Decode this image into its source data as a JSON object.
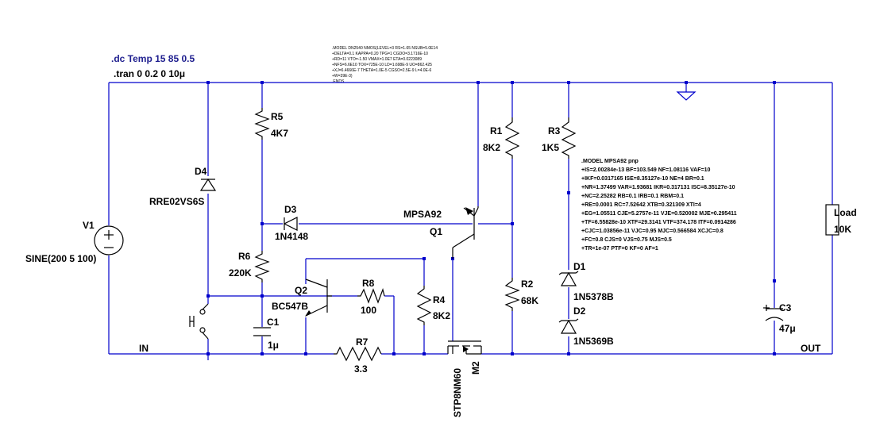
{
  "directives": {
    "dc": ".dc Temp 15 85 0.5",
    "tran": ".tran 0 0.2 0 10μ"
  },
  "mosfet_model": [
    ".MODEL DN2540 NMOS(LEVEL=3 RS=1.65 NSUB=5.0E14",
    "+DELTA=0.1 KAPPA=0.20 TPG=1 CGDO=3.1716E-10",
    "+RD=11 VTO=-1.50 VMAX=1.0E7 ETA=0.0223089",
    "+NFS=6.6E10 TOX=725E-10 LD=1.698E-9 UO=862.425",
    "+XJ=6.4666E-7 THETA=1.0E-5 CGSO=2.5E-9 L=4.0E-6",
    "+W=39E-3)",
    ".ENDS"
  ],
  "pnp_model": [
    ".MODEL MPSA92 pnp",
    "+IS=2.00284e-13 BF=103.549 NF=1.08116 VAF=10",
    "+IKF=0.0317165 ISE=8.35127e-10 NE=4 BR=0.1",
    "+NR=1.37499 VAR=1.93681 IKR=0.317131 ISC=8.35127e-10",
    "+NC=2.25282 RB=0.1 IRB=0.1 RBM=0.1",
    "+RE=0.0001 RC=7.52642 XTB=0.321309 XTI=4",
    "+EG=1.05511 CJE=5.2757e-11 VJE=0.520002 MJE=0.295411",
    "+TF=6.55828e-10 XTF=29.3141 VTF=374.178 ITF=0.0914286",
    "+CJC=1.03856e-11 VJC=0.95 MJC=0.566584 XCJC=0.8",
    "+FC=0.8 CJS=0 VJS=0.75 MJS=0.5",
    "+TR=1e-07 PTF=0 KF=0 AF=1"
  ],
  "components": {
    "v1": {
      "ref": "V1",
      "value": "SINE(200 5 100)"
    },
    "d4": {
      "ref": "D4",
      "value": "RRE02VS6S"
    },
    "r5": {
      "ref": "R5",
      "value": "4K7"
    },
    "d3": {
      "ref": "D3",
      "value": "1N4148"
    },
    "r6": {
      "ref": "R6",
      "value": "220K"
    },
    "c1": {
      "ref": "C1",
      "value": "1μ"
    },
    "q2": {
      "ref": "Q2",
      "value": "BC547B"
    },
    "r8": {
      "ref": "R8",
      "value": "100"
    },
    "r7": {
      "ref": "R7",
      "value": "3.3"
    },
    "r4": {
      "ref": "R4",
      "value": "8K2"
    },
    "q1": {
      "ref": "Q1",
      "value": "MPSA92"
    },
    "m2": {
      "ref": "M2",
      "value": "STP8NM60"
    },
    "r1": {
      "ref": "R1",
      "value": "8K2"
    },
    "r2": {
      "ref": "R2",
      "value": "68K"
    },
    "r3": {
      "ref": "R3",
      "value": "1K5"
    },
    "d1": {
      "ref": "D1",
      "value": "1N5378B"
    },
    "d2": {
      "ref": "D2",
      "value": "1N5369B"
    },
    "c3": {
      "ref": "C3",
      "value": "47μ"
    },
    "load": {
      "ref": "Load",
      "value": "10K"
    }
  },
  "nets": {
    "in": "IN",
    "out": "OUT"
  },
  "colors": {
    "wire": "#0000cc",
    "component": "#000000",
    "directive": "#1f1f8f",
    "background": "#ffffff"
  }
}
